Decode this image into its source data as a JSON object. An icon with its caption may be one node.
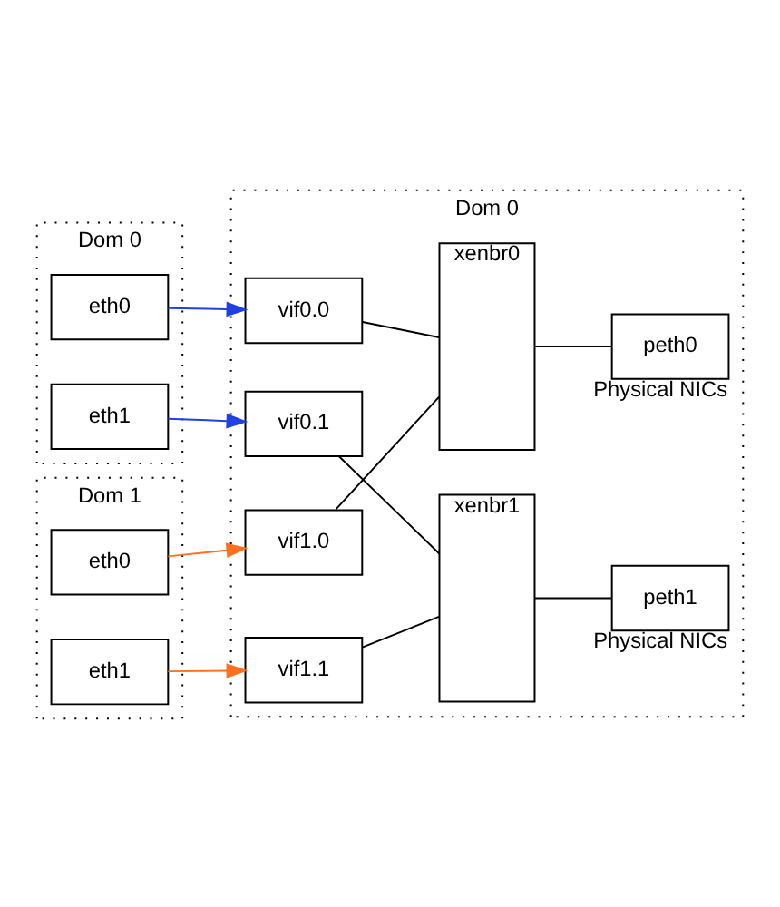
{
  "diagram": {
    "nodes": [
      {
        "text": [
          "Dom 0"
        ]
      },
      {
        "text": [
          "eth0"
        ],
        "in": 0
      },
      {
        "text": [
          "eth1"
        ],
        "in": 0
      },
      {
        "text": [
          "Dom 0"
        ]
      },
      {
        "text": [
          "vif0.0"
        ],
        "in": 3
      },
      {
        "text": [
          "xenbr0"
        ],
        "in": 3
      },
      {
        "text": [
          "peth0"
        ],
        "in": 3,
        "beside": [
          "Physical NICs"
        ]
      },
      {
        "text": [
          "vif1.0"
        ],
        "in": 3
      },
      {
        "text": [
          "Dom 1"
        ]
      },
      {
        "text": [
          "eth0"
        ],
        "in": 8
      },
      {
        "text": [
          "eth1"
        ],
        "in": 8
      },
      {
        "text": [
          "vif0.1"
        ],
        "in": 3
      },
      {
        "text": [
          "xenbr1"
        ],
        "in": 3
      },
      {
        "text": [
          "peth1"
        ],
        "in": 3,
        "beside": [
          "Physical NICs"
        ]
      },
      {
        "text": [
          "vif1.1"
        ],
        "in": 3
      }
    ],
    "edges": [
      {
        "from": 1,
        "to": 4,
        "arrow": "to",
        "color": "#2040e0"
      },
      {
        "from": 2,
        "to": 11,
        "arrow": "to",
        "color": "#2040e0"
      },
      {
        "from": 9,
        "to": 7,
        "arrow": "to",
        "color": "#ff7020"
      },
      {
        "from": 10,
        "to": 14,
        "arrow": "to",
        "color": "#ff7020"
      },
      {
        "from": 4,
        "to": 5,
        "arrow": "none"
      },
      {
        "from": 7,
        "to": 5,
        "arrow": "none"
      },
      {
        "from": 5,
        "to": 6,
        "arrow": "none"
      },
      {
        "from": 11,
        "to": 12,
        "arrow": "none"
      },
      {
        "from": 14,
        "to": 12,
        "arrow": "none"
      },
      {
        "from": 12,
        "to": 13,
        "arrow": "none"
      }
    ]
  }
}
